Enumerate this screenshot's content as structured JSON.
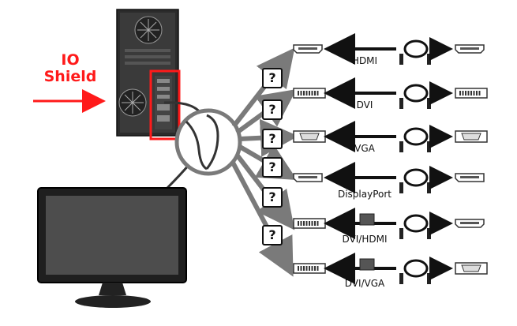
{
  "io_shield": {
    "line1": "IO",
    "line2": "Shield"
  },
  "connections": [
    {
      "label": "HDMI"
    },
    {
      "label": "DVI"
    },
    {
      "label": "VGA"
    },
    {
      "label": "DisplayPort"
    },
    {
      "label": "DVI/HDMI"
    },
    {
      "label": "DVI/VGA"
    }
  ],
  "question_mark": "?",
  "colors": {
    "highlight": "#ff1a1a",
    "line": "#7a7a7a",
    "ink": "#111111"
  },
  "icons": [
    "computer-tower-icon",
    "monitor-icon",
    "hdmi-port-icon",
    "dvi-port-icon",
    "vga-port-icon",
    "displayport-port-icon",
    "adapter-icon",
    "cable-coil-icon"
  ]
}
